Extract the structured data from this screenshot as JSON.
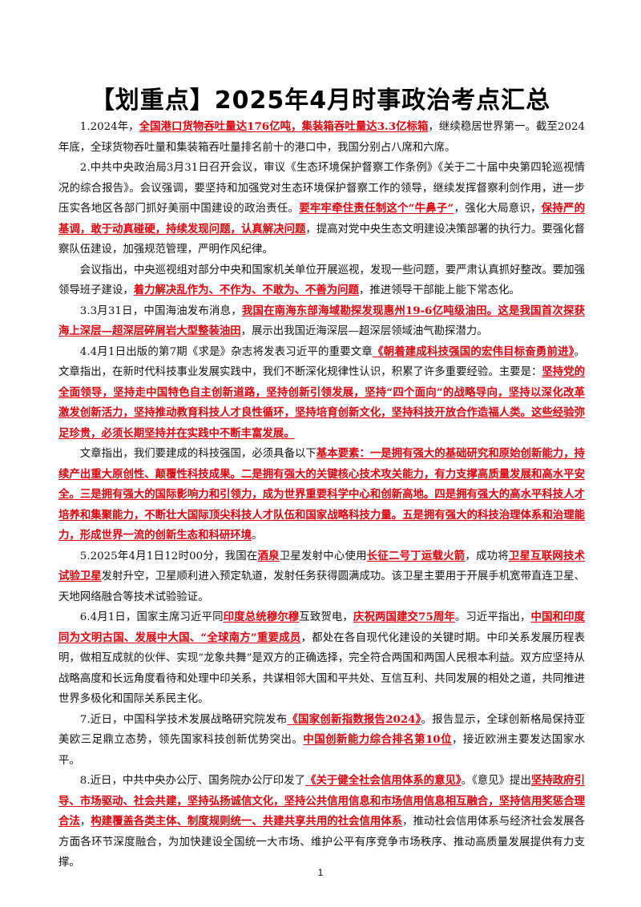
{
  "title": "【划重点】2025年4月时事政治考点汇总",
  "page_number": "1",
  "colors": {
    "highlight": "#e0000b",
    "text": "#111111"
  },
  "paragraphs": [
    [
      {
        "t": "1.2024年，"
      },
      {
        "t": "全国港口货物吞吐量达176亿吨，集装箱吞吐量达3.3亿标箱",
        "hl": true
      },
      {
        "t": "，继续稳居世界第一。截至2024年底，全球货物吞吐量和集装箱吞吐量排名前十的港口中，我国分别占八席和六席。"
      }
    ],
    [
      {
        "t": "2.中共中央政治局3月31日召开会议，审议《生态环境保护督察工作条例》《关于二十届中央第四轮巡视情况的综合报告》。会议强调，要坚持和加强党对生态环境保护督察工作的领导，继续发挥督察利剑作用，进一步压实各地区各部门抓好美丽中国建设的政治责任。"
      },
      {
        "t": "要牢牢牵住责任制这个“牛鼻子”",
        "hl": true
      },
      {
        "t": "，强化大局意识，"
      },
      {
        "t": "保持严的基调，敢于动真碰硬，持续发现问题，认真解决问题",
        "hl": true
      },
      {
        "t": "，提高对党中央生态文明建设决策部署的执行力。要强化督察队伍建设，加强规范管理，严明作风纪律。"
      }
    ],
    [
      {
        "t": "会议指出，中央巡视组对部分中央和国家机关单位开展巡视，发现一些问题，要严肃认真抓好整改。要加强领导班子建设，"
      },
      {
        "t": "着力解决乱作为、不作为、不敢为、不善为问题",
        "hl": true
      },
      {
        "t": "，推进领导干部能上能下常态化。"
      }
    ],
    [
      {
        "t": "3.3月31日，中国海油发布消息，"
      },
      {
        "t": "我国在南海东部海域勘探发现惠州19-6亿吨级油田。这是我国首次探获海上深层—超深层碎屑岩大型整装油田",
        "hl": true
      },
      {
        "t": "，展示出我国近海深层—超深层领域油气勘探潜力。"
      }
    ],
    [
      {
        "t": "4.4月1日出版的第7期《求是》杂志将发表习近平的重要文章"
      },
      {
        "t": "《朝着建成科技强国的宏伟目标奋勇前进》",
        "hl": true
      },
      {
        "t": "。文章指出，在新时代科技事业发展实践中，我们不断深化规律性认识，积累了许多重要经验。主要是："
      },
      {
        "t": "坚持党的全面领导，坚持走中国特色自主创新道路，坚持创新引领发展，坚持“四个面向”的战略导向，坚持以深化改革激发创新活力，坚持推动教育科技人才良性循环，坚持培育创新文化，坚持科技开放合作造福人类。这些经验弥足珍贵，必须长期坚持并在实践中不断丰富发展。",
        "hl": true
      }
    ],
    [
      {
        "t": "文章指出，我们要建成的科技强国，必须具备以下"
      },
      {
        "t": "基本要素：一是拥有强大的基础研究和原始创新能力，持续产出重大原创性、颠覆性科技成果。二是拥有强大的关键核心技术攻关能力，有力支撑高质量发展和高水平安全。三是拥有强大的国际影响力和引领力，成为世界重要科学中心和创新高地。四是拥有强大的高水平科技人才培养和集聚能力，不断壮大国际顶尖科技人才队伍和国家战略科技力量。五是拥有强大的科技治理体系和治理能力，形成世界一流的创新生态和科研环境",
        "hl": true
      },
      {
        "t": "。"
      }
    ],
    [
      {
        "t": "5.2025年4月1日12时00分，我国在"
      },
      {
        "t": "酒泉",
        "hl": true
      },
      {
        "t": "卫星发射中心使用"
      },
      {
        "t": "长征二号丁运载火箭",
        "hl": true
      },
      {
        "t": "，成功将"
      },
      {
        "t": "卫星互联网技术试验卫星",
        "hl": true
      },
      {
        "t": "发射升空，卫星顺利进入预定轨道，发射任务获得圆满成功。该卫星主要用于开展手机宽带直连卫星、天地网络融合等技术试验验证。"
      }
    ],
    [
      {
        "t": "6.4月1日，国家主席习近平同"
      },
      {
        "t": "印度总统穆尔穆",
        "hl": true
      },
      {
        "t": "互致贺电，"
      },
      {
        "t": "庆祝两国建交75周年",
        "hl": true
      },
      {
        "t": "。习近平指出，"
      },
      {
        "t": "中国和印度同为文明古国、发展中大国、“全球南方”重要成员",
        "hl": true
      },
      {
        "t": "，都处在各自现代化建设的关键时期。中印关系发展历程表明，做相互成就的伙伴、实现“龙象共舞”是双方的正确选择，完全符合两国和两国人民根本利益。双方应坚持从战略高度和长远角度看待和处理中印关系，共谋相邻大国和平共处、互信互利、共同发展的相处之道，共同推进世界多极化和国际关系民主化。"
      }
    ],
    [
      {
        "t": "7.近日，中国科学技术发展战略研究院发布"
      },
      {
        "t": "《国家创新指数报告2024》",
        "hl": true
      },
      {
        "t": "。报告显示，全球创新格局保持亚美欧三足鼎立态势，领先国家科技创新优势突出。"
      },
      {
        "t": "中国创新能力综合排名第10位",
        "hl": true
      },
      {
        "t": "，接近欧洲主要发达国家水平。"
      }
    ],
    [
      {
        "t": "8.近日，中共中央办公厅、国务院办公厅印发了"
      },
      {
        "t": "《关于健全社会信用体系的意见》",
        "hl": true
      },
      {
        "t": "。《意见》提出"
      },
      {
        "t": "坚持政府引导、市场驱动、社会共建，坚持弘扬诚信文化，坚持公共信用信息和市场信用信息相互融合，坚持信用奖惩合理合法",
        "hl": true
      },
      {
        "t": "，"
      },
      {
        "t": "构建覆盖各类主体、制度规则统一、共建共享共用的社会信用体系",
        "hl": true
      },
      {
        "t": "，推动社会信用体系与经济社会发展各方面各环节深度融合，为加快建设全国统一大市场、维护公平有序竞争市场秩序、推动高质量发展提供有力支撑。"
      }
    ]
  ]
}
